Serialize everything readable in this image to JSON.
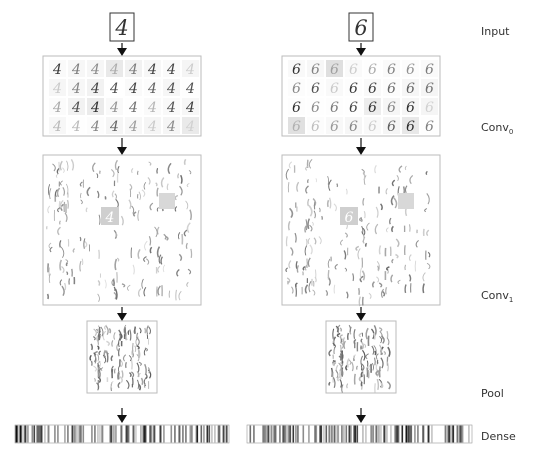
{
  "title": "",
  "stages": [
    {
      "key": "input",
      "label": "Input",
      "sub": ""
    },
    {
      "key": "conv0",
      "label": "Conv",
      "sub": "0"
    },
    {
      "key": "conv1",
      "label": "Conv",
      "sub": "1"
    },
    {
      "key": "pool",
      "label": "Pool",
      "sub": ""
    },
    {
      "key": "dense",
      "label": "Dense",
      "sub": ""
    }
  ],
  "columns": [
    {
      "digit": "4"
    },
    {
      "digit": "6"
    }
  ],
  "colors": {
    "arrow": "#111111",
    "panel_border": "#bbbbbb",
    "stroke": "#333333",
    "bar": "#111111"
  }
}
